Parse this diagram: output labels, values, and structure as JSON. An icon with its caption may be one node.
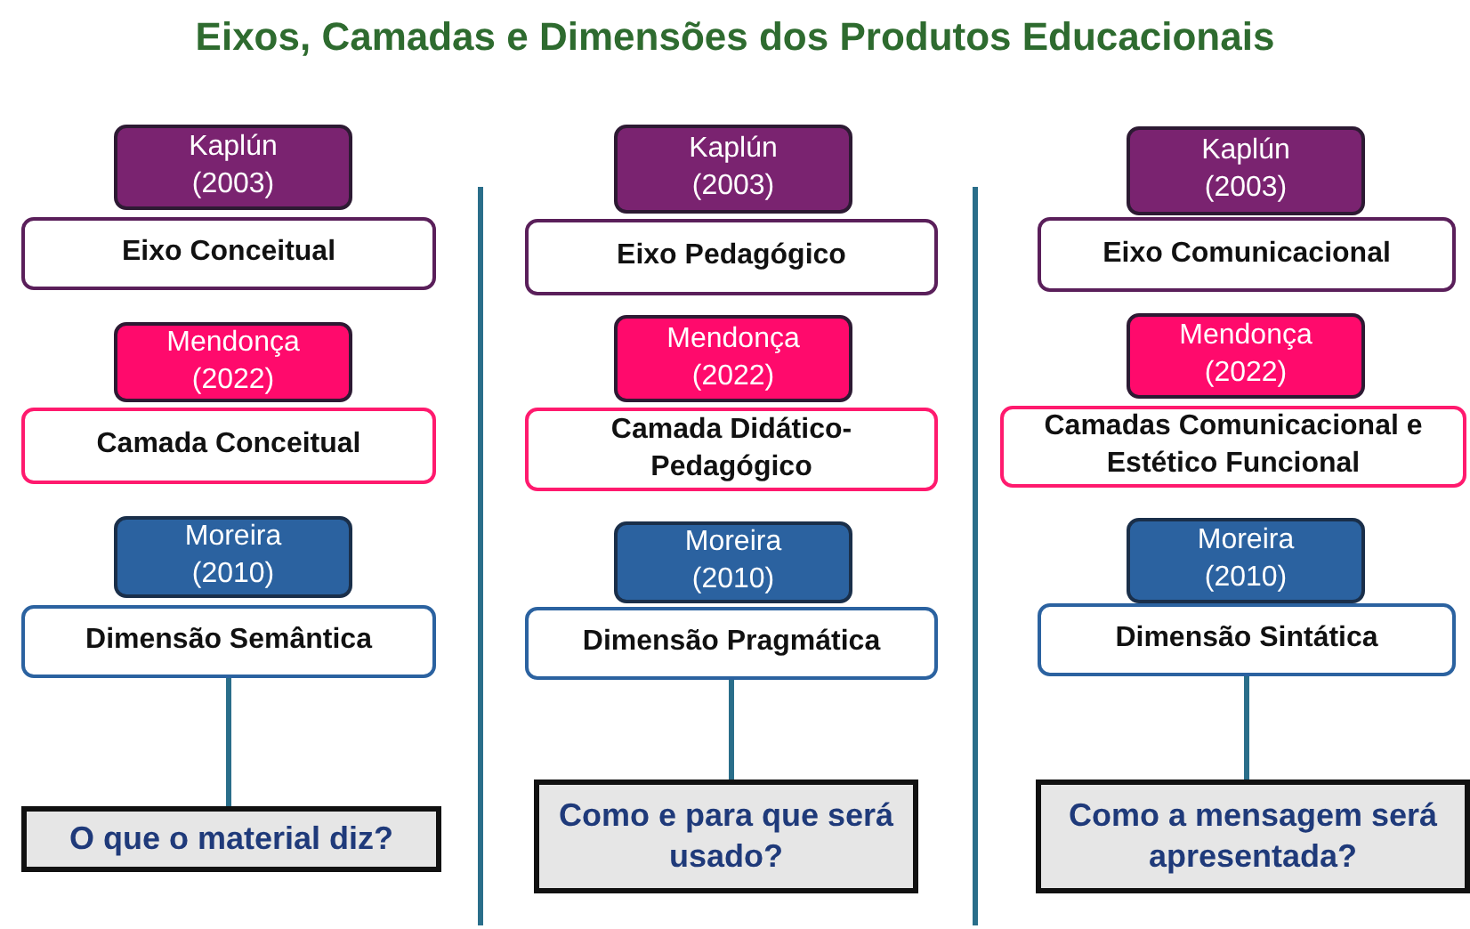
{
  "diagram": {
    "title": "Eixos, Camadas e Dimensões dos Produtos Educacionais",
    "nodes": [
      {
        "text": [
          "Kaplún (2003)"
        ]
      },
      {
        "text": [
          "Eixo Conceitual"
        ]
      },
      {
        "text": [
          "Mendonça (2022)"
        ]
      },
      {
        "text": [
          "Camada Conceitual"
        ]
      },
      {
        "text": [
          "Moreira (2010)"
        ]
      },
      {
        "text": [
          "Dimensão Semântica"
        ]
      },
      {
        "text": [
          "O que o material diz?"
        ]
      },
      {
        "text": [
          "Kaplún (2003)"
        ]
      },
      {
        "text": [
          "Eixo Pedagógico"
        ]
      },
      {
        "text": [
          "Mendonça (2022)"
        ]
      },
      {
        "text": [
          "Camada Didático- Pedagógico"
        ]
      },
      {
        "text": [
          "Moreira (2010)"
        ]
      },
      {
        "text": [
          "Dimensão Pragmática"
        ]
      },
      {
        "text": [
          "Como e para que será usado?"
        ]
      },
      {
        "text": [
          "Kaplún (2003)"
        ]
      },
      {
        "text": [
          "Eixo Comunicacional"
        ]
      },
      {
        "text": [
          "Mendonça (2022)"
        ]
      },
      {
        "text": [
          "Camadas Comunicacional e Estético Funcional"
        ]
      },
      {
        "text": [
          "Moreira (2010)"
        ]
      },
      {
        "text": [
          "Dimensão Sintática"
        ]
      },
      {
        "text": [
          "Como a mensagem será apresentada?"
        ]
      }
    ],
    "edges": [
      {
        "from": 5,
        "to": 6,
        "arrow": "none"
      },
      {
        "from": 12,
        "to": 13,
        "arrow": "none"
      },
      {
        "from": 19,
        "to": 20,
        "arrow": "none"
      }
    ]
  }
}
